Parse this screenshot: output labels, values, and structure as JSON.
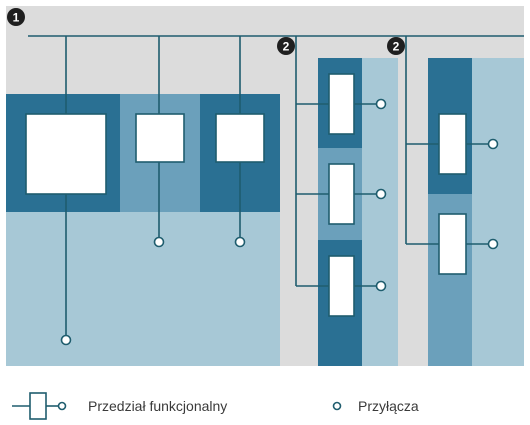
{
  "diagram": {
    "markers": [
      "1",
      "2",
      "2"
    ],
    "colors": {
      "background": "#dcdcdc",
      "dark_teal": "#2a7093",
      "medium_teal": "#6ba0bb",
      "light_teal": "#a7c8d6",
      "line": "#1f5d6e",
      "box_fill": "#ffffff",
      "marker_fill": "#1f1f1f"
    }
  },
  "legend": {
    "functional_compartment_label": "Przedział funkcjonalny",
    "connections_label": "Przyłącza"
  }
}
